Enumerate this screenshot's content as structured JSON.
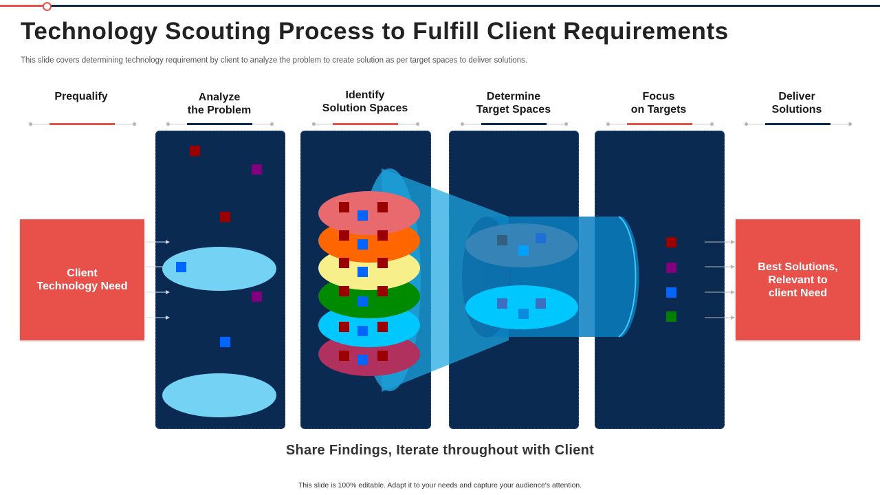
{
  "header": {
    "title": "Technology Scouting Process to Fulfill Client Requirements",
    "subtitle": "This slide covers determining technology requirement by client to analyze the problem to create solution as per target spaces to deliver solutions."
  },
  "steps": [
    {
      "label": "Prequalify",
      "accent": "#e8504a"
    },
    {
      "label": "Analyze\nthe Problem",
      "accent": "#0b2a52"
    },
    {
      "label": "Identify\nSolution Spaces",
      "accent": "#e8504a"
    },
    {
      "label": "Determine\nTarget Spaces",
      "accent": "#0b2a52"
    },
    {
      "label": "Focus\non Targets",
      "accent": "#e8504a"
    },
    {
      "label": "Deliver\nSolutions",
      "accent": "#0b2a52"
    }
  ],
  "input_box": {
    "label": "Client\nTechnology Need"
  },
  "output_box": {
    "label": "Best Solutions,\nRelevant to\nclient Need"
  },
  "bottom_caption": "Share Findings, Iterate throughout with Client",
  "footer": "This slide is 100% editable. Adapt it to your needs and capture your audience's attention.",
  "colors": {
    "navy": "#0b2a52",
    "red": "#e8504a",
    "light_blue": "#74d3f5",
    "cyan": "#00c8ff",
    "sq_dark_red": "#9b0000",
    "sq_purple": "#800080",
    "sq_blue": "#0066ff",
    "sq_green": "#008000"
  },
  "solution_layers": [
    "#e86a6f",
    "#ff6600",
    "#f7f08a",
    "#008a00",
    "#00c8ff",
    "#b0305e"
  ]
}
